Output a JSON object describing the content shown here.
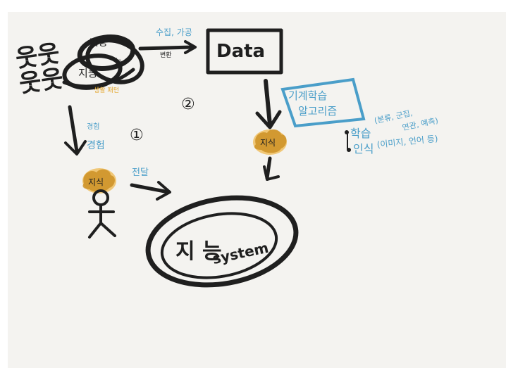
{
  "people_label": "웃웃\n웃웃",
  "intelligence_top": "지능",
  "intelligence_mid": "지능",
  "intelligence_small": "능",
  "orange_note": "생활 패턴",
  "collect_label": "수집, 가공",
  "convert_label": "변환",
  "data_box": "Data",
  "marker_2": "②",
  "marker_1": "①",
  "experience_note": "경험",
  "experience_label": "경험",
  "ml_label_line1": "기계학습",
  "ml_label_line2": "알고리즘",
  "knowledge_right": "지식",
  "learning_label": "학습",
  "learning_detail_1": "(분류, 군집,",
  "learning_detail_2": "연관, 예측)",
  "recognition_label": "인식",
  "recognition_detail": "(이미지, 언어 등)",
  "knowledge_left": "지식",
  "transfer_label": "전달",
  "system_korean": "지 능",
  "system_english": "system",
  "colors": {
    "ink": "#1f1f1f",
    "blue": "#4a9ec9",
    "orange": "#e3a72f",
    "paper": "#f4f3f0"
  }
}
